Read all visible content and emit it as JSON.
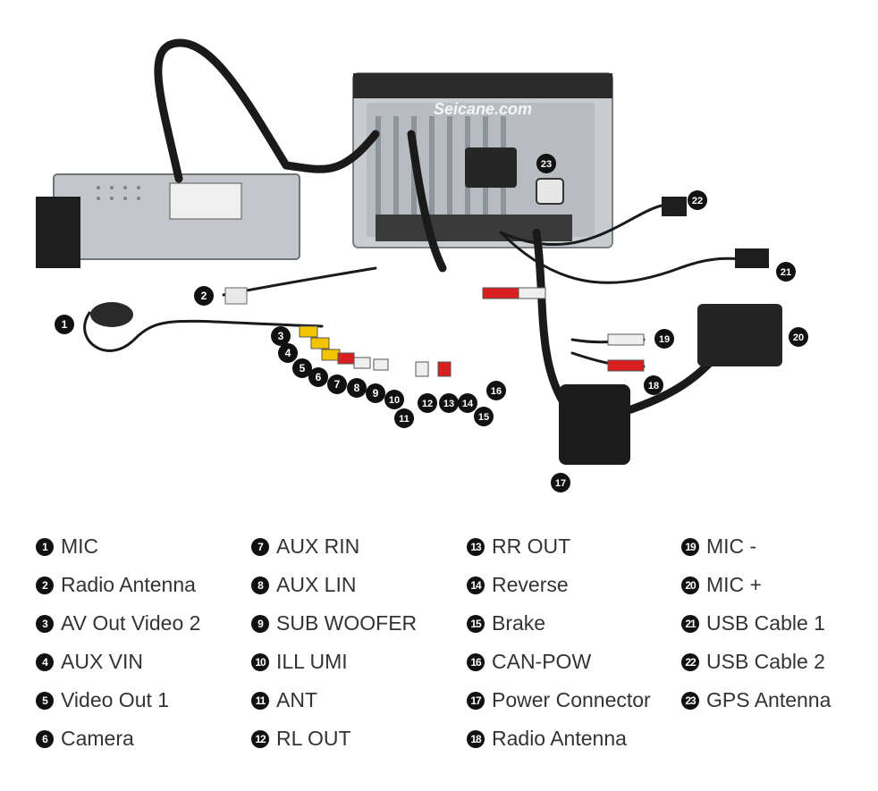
{
  "brand": "Seicane.com",
  "callout_ids": [
    "1",
    "2",
    "3",
    "4",
    "5",
    "6",
    "7",
    "8",
    "9",
    "10",
    "11",
    "12",
    "13",
    "14",
    "15",
    "16",
    "17",
    "18",
    "19",
    "20",
    "21",
    "22",
    "23"
  ],
  "legend": {
    "columns": [
      [
        {
          "num": "1",
          "label": "MIC"
        },
        {
          "num": "2",
          "label": "Radio Antenna"
        },
        {
          "num": "3",
          "label": "AV Out Video 2"
        },
        {
          "num": "4",
          "label": "AUX VIN"
        },
        {
          "num": "5",
          "label": "Video Out 1"
        },
        {
          "num": "6",
          "label": "Camera"
        }
      ],
      [
        {
          "num": "7",
          "label": "AUX RIN"
        },
        {
          "num": "8",
          "label": "AUX LIN"
        },
        {
          "num": "9",
          "label": "SUB WOOFER"
        },
        {
          "num": "10",
          "label": "ILL UMI"
        },
        {
          "num": "11",
          "label": "ANT"
        },
        {
          "num": "12",
          "label": "RL OUT"
        }
      ],
      [
        {
          "num": "13",
          "label": "RR OUT"
        },
        {
          "num": "14",
          "label": "Reverse"
        },
        {
          "num": "15",
          "label": "Brake"
        },
        {
          "num": "16",
          "label": "CAN-POW"
        },
        {
          "num": "17",
          "label": "Power Connector"
        },
        {
          "num": "18",
          "label": "Radio Antenna"
        }
      ],
      [
        {
          "num": "19",
          "label": "MIC -"
        },
        {
          "num": "20",
          "label": "MIC +"
        },
        {
          "num": "21",
          "label": "USB Cable 1"
        },
        {
          "num": "22",
          "label": "USB Cable 2"
        },
        {
          "num": "23",
          "label": "GPS Antenna"
        }
      ]
    ]
  }
}
